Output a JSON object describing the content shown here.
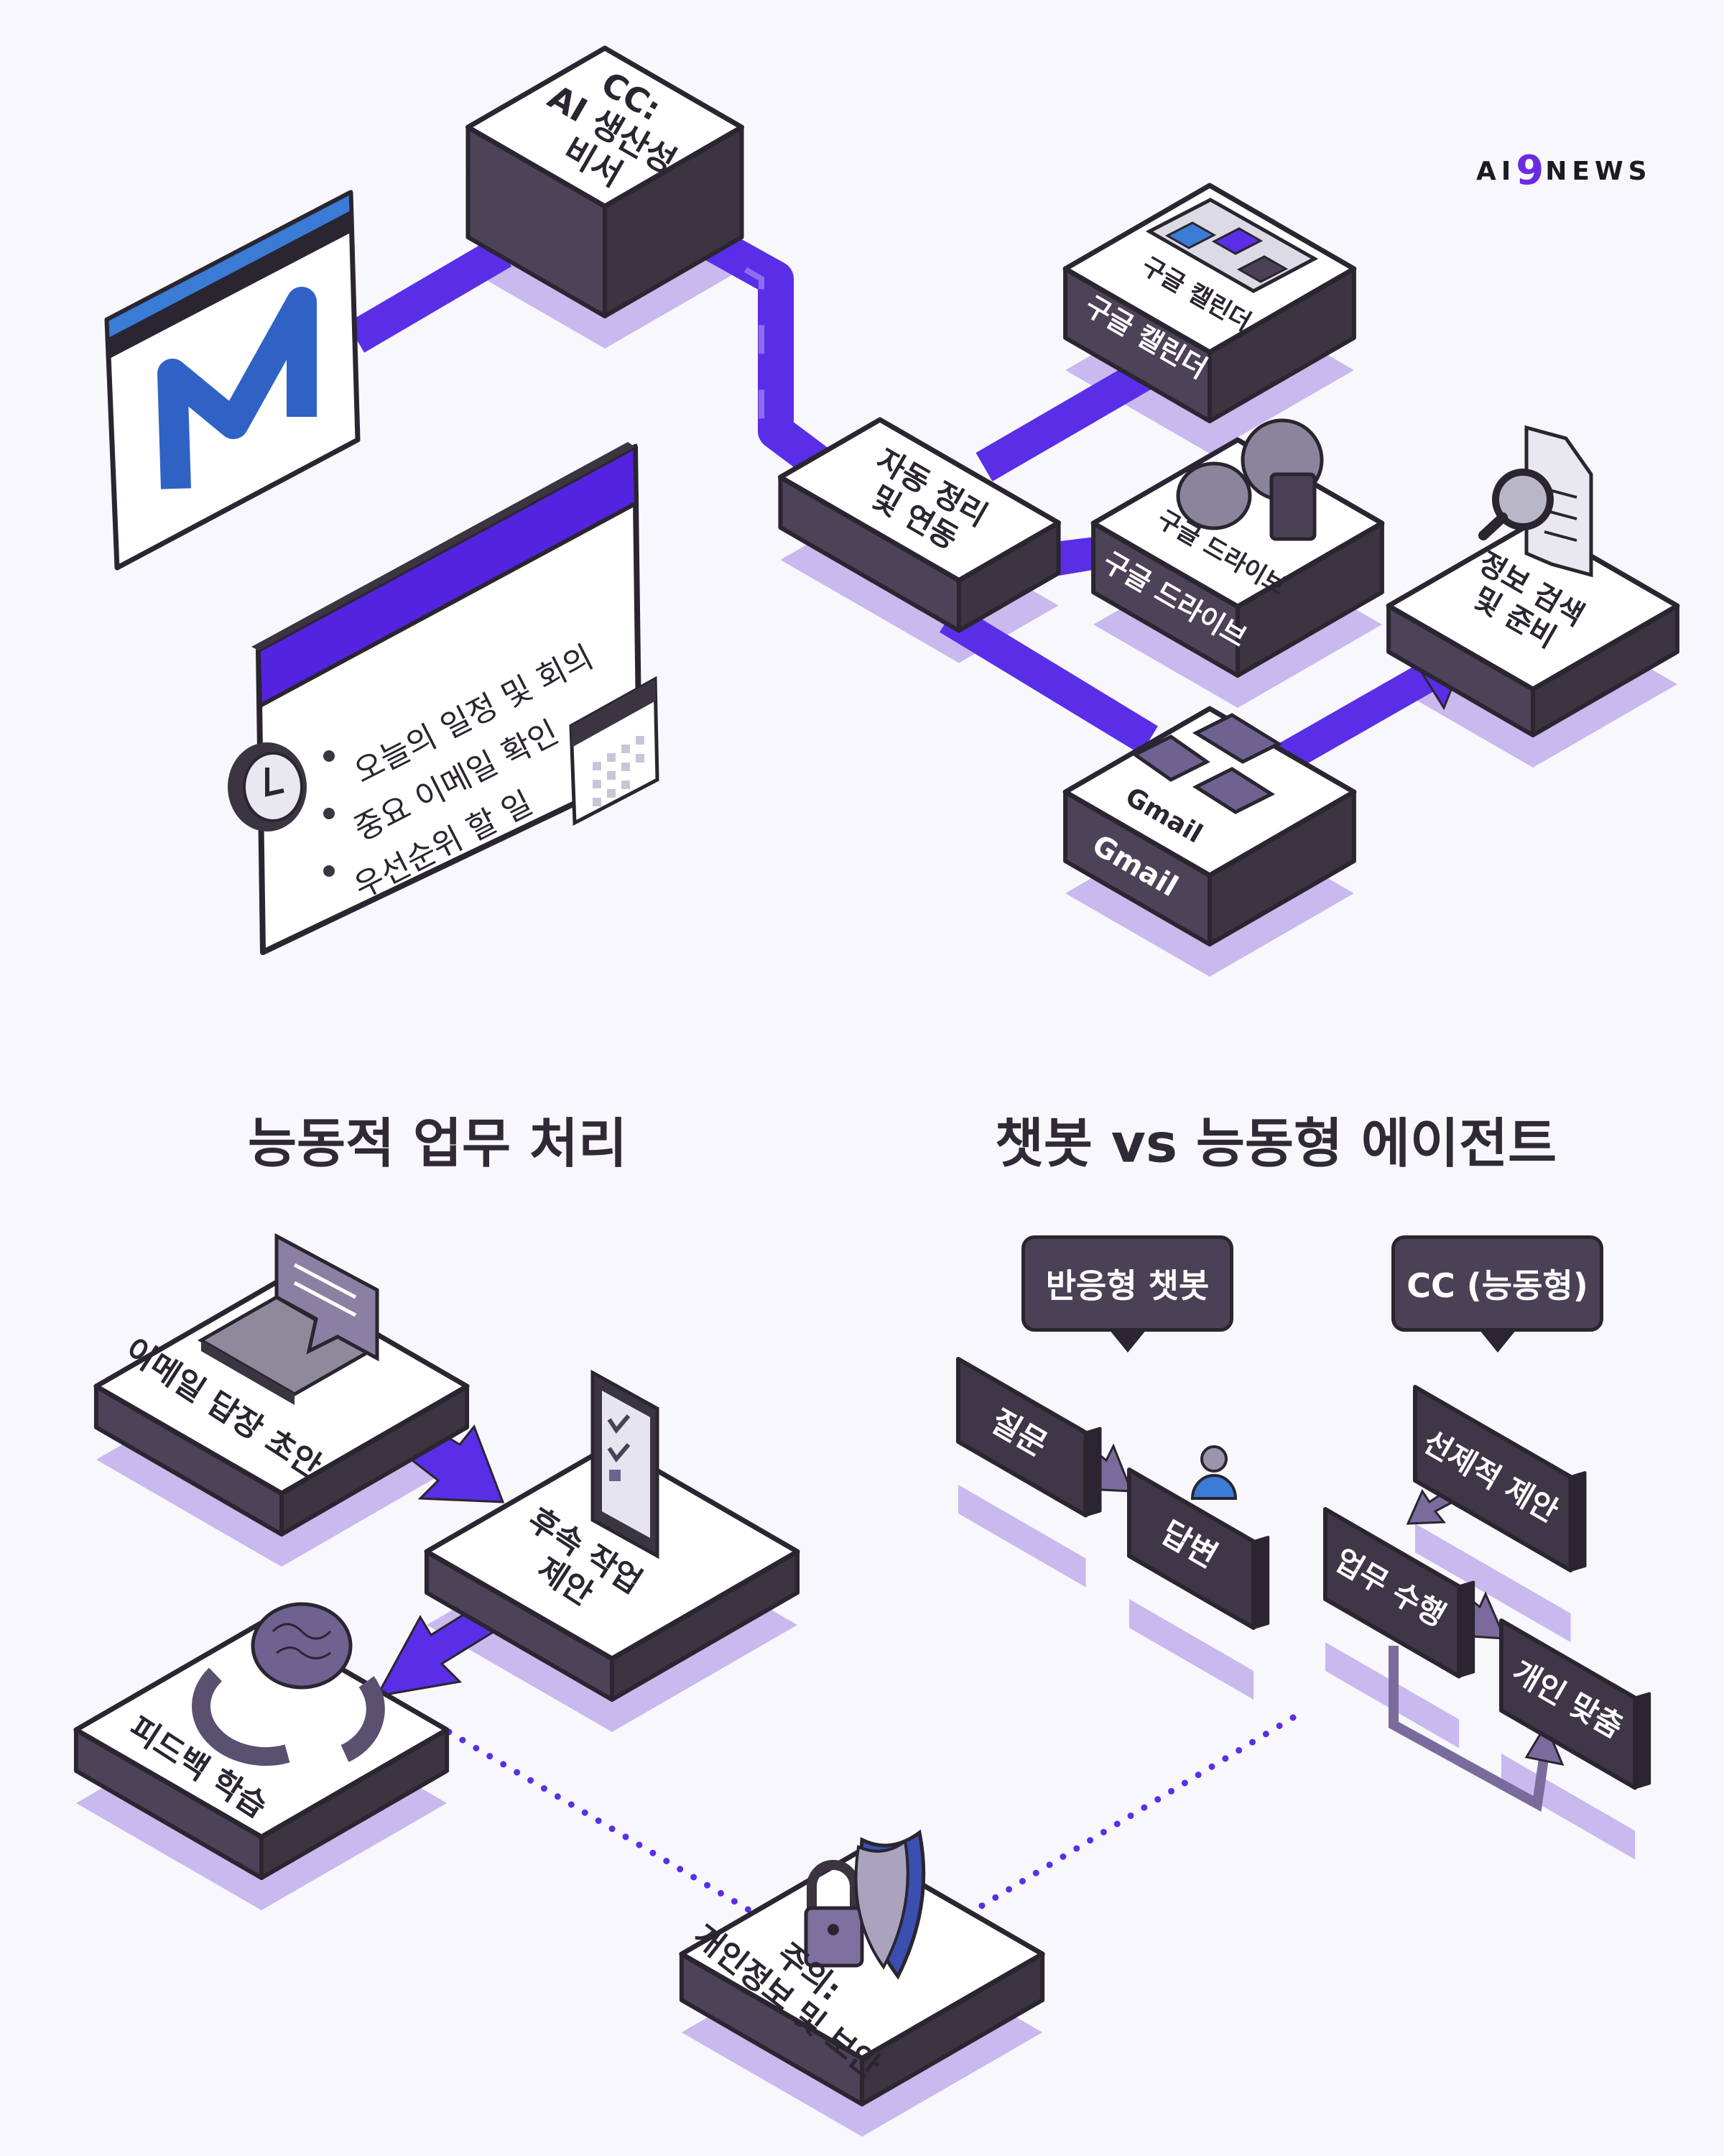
{
  "logo": {
    "text_before": "AI",
    "nine": "9",
    "text_after": "NEWS"
  },
  "top_section": {
    "cc_block": "CC:\nAI 생산성\n비서",
    "hub_block": "자동 정리\n및 연동",
    "calendar_block": {
      "top_label": "구글 캘린더",
      "side_label": "구글 캘린더"
    },
    "drive_block": {
      "top_label": "구글 드라이브",
      "side_label": "구글 드라이브"
    },
    "search_block": "정보 검색\n및 준비",
    "gmail_block": {
      "top_label": "Gmail",
      "side_label": "Gmail"
    },
    "summary_panel": {
      "title": "오늘의 요약",
      "items": [
        "오늘의 일정 및 회의",
        "중요 이메일 확인",
        "우선순위 할 일"
      ]
    }
  },
  "left_section": {
    "heading": "능동적 업무 처리",
    "steps": [
      "이메일 답장 초안",
      "후속 작업\n제안",
      "피드백 학습"
    ]
  },
  "right_section": {
    "heading": "챗봇 vs 능동형 에이전트",
    "chatbot_bubble": "반응형 챗봇",
    "agent_bubble": "CC (능동형)",
    "chatbot_steps": [
      "질문",
      "답변"
    ],
    "agent_steps": [
      "선제적 제안",
      "업무 수행",
      "개인 맞춤"
    ]
  },
  "warning_block": "주의:\n개인정보 및 보안",
  "colors": {
    "accent": "#5a2ee6",
    "shadow": "#c9b9ee",
    "dark": "#3b3441",
    "side": "#4d4358",
    "blue": "#3a7bd5"
  }
}
